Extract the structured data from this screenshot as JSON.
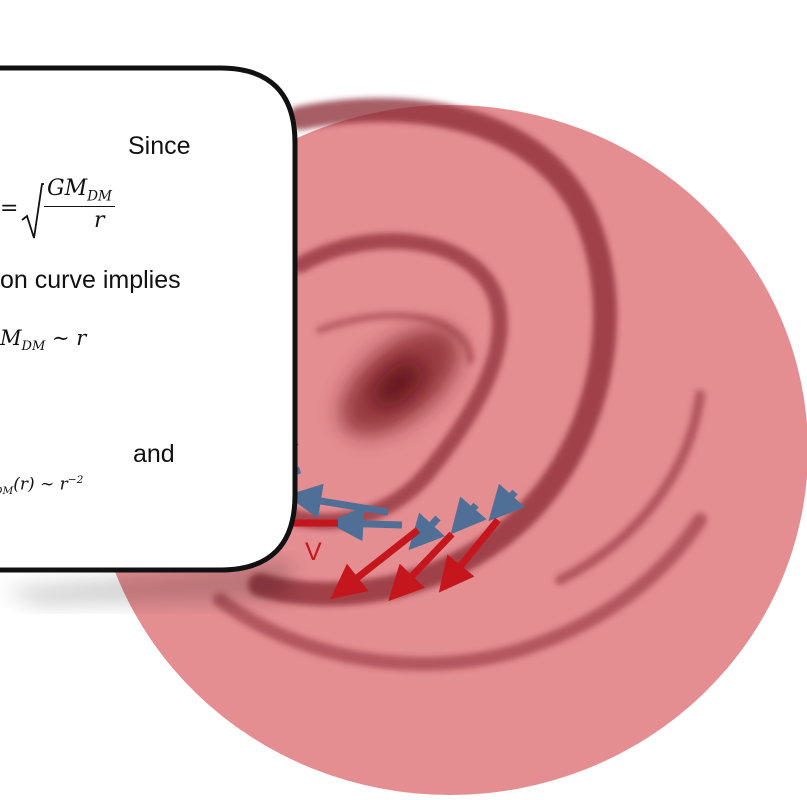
{
  "colors": {
    "disk": "#e48e92",
    "arm": "#8a2a33",
    "core": "#7a1b24",
    "velocity_arrow": "#c4161c",
    "gravity_arrow": "#4f6f96"
  },
  "callout": {
    "since": "Since",
    "equation_lhs": "=",
    "gm_dm": "GM",
    "dm_sub": "DM",
    "r_denominator": "r",
    "curve_text": "on curve implies",
    "mass_m": "M",
    "mass_sub": "DM",
    "mass_rest": "∼ r",
    "and": "and",
    "density_sub": "DM",
    "density_rest": "(r) ∼ r",
    "density_exp": "−2"
  },
  "velocity_label": "V"
}
